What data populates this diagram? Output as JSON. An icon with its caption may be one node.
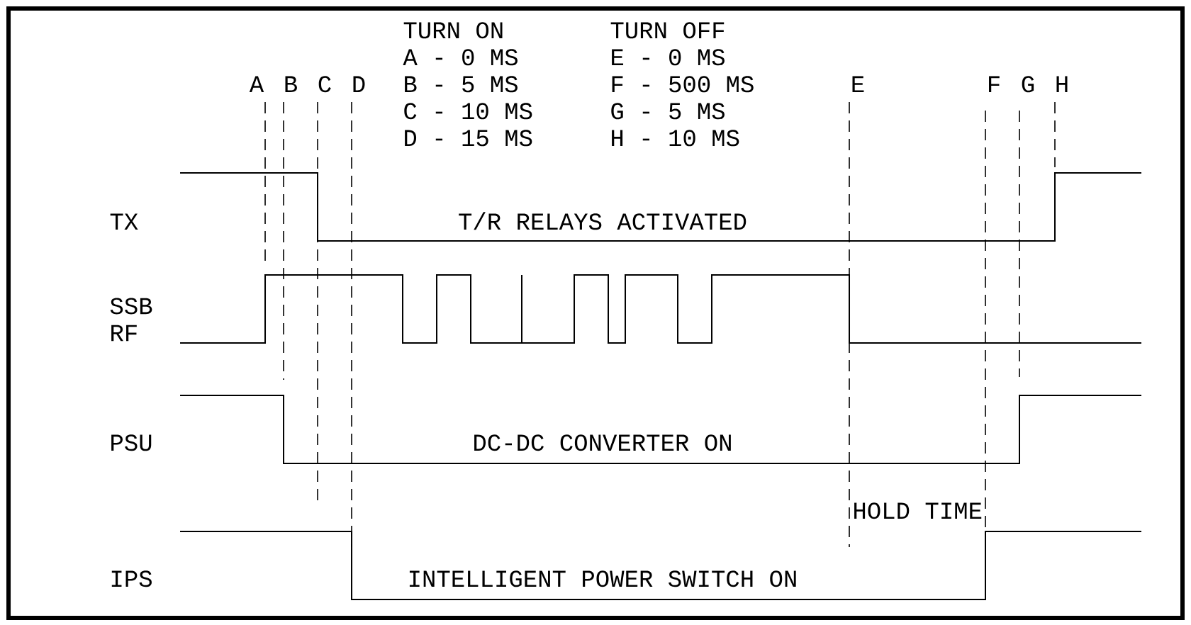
{
  "diagram": {
    "labels": [
      "TURN ON",
      "TURN OFF",
      "A - 0 MS",
      "E - 0 MS",
      "B - 5 MS",
      "F - 500 MS",
      "C - 10 MS",
      "G - 5 MS",
      "D - 15 MS",
      "H - 10 MS",
      "A",
      "B",
      "C",
      "D",
      "E",
      "F",
      "G",
      "H",
      "TX",
      "T/R RELAYS ACTIVATED",
      "SSB RF",
      "PSU",
      "DC-DC CONVERTER ON",
      "HOLD TIME",
      "IPS",
      "INTELLIGENT POWER SWITCH ON"
    ]
  }
}
